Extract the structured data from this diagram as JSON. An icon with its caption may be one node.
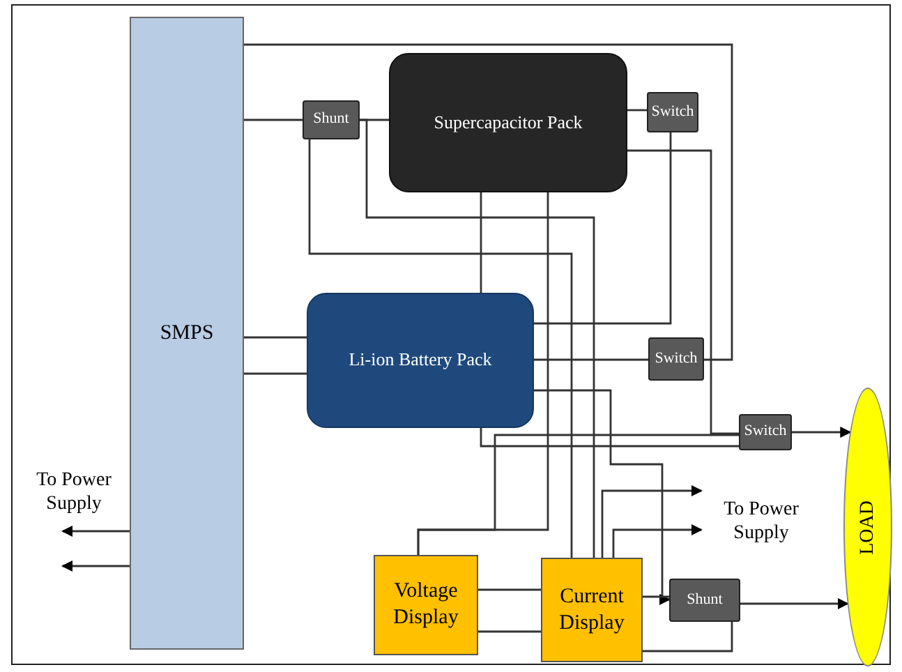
{
  "diagram": {
    "nodes": [
      {
        "text": [
          "SMPS"
        ]
      },
      {
        "text": [
          "Shunt"
        ]
      },
      {
        "text": [
          "Supercapacitor Pack"
        ]
      },
      {
        "text": [
          "Switch"
        ]
      },
      {
        "text": [
          "Li-ion Battery Pack"
        ]
      },
      {
        "text": [
          "Switch"
        ]
      },
      {
        "text": [
          "Switch"
        ]
      },
      {
        "text": [
          "LOAD"
        ]
      },
      {
        "text": [
          "Voltage Display"
        ]
      },
      {
        "text": [
          "Current Display"
        ]
      },
      {
        "text": [
          "Shunt"
        ]
      },
      {
        "text": [
          "To Power Supply"
        ]
      },
      {
        "text": [
          "To Power Supply"
        ]
      }
    ],
    "edges": [
      {
        "from": 0,
        "to": 5,
        "arrow": "none"
      },
      {
        "from": 0,
        "to": 1,
        "arrow": "none"
      },
      {
        "from": 1,
        "to": 2,
        "arrow": "none"
      },
      {
        "from": 1,
        "to": 9,
        "arrow": "none"
      },
      {
        "from": 1,
        "to": 9,
        "arrow": "none"
      },
      {
        "from": 2,
        "to": 3,
        "arrow": "none"
      },
      {
        "from": 2,
        "to": 6,
        "arrow": "none"
      },
      {
        "from": 2,
        "to": 4,
        "arrow": "none"
      },
      {
        "from": 2,
        "to": 8,
        "arrow": "none"
      },
      {
        "from": 3,
        "to": 4,
        "arrow": "none"
      },
      {
        "from": 4,
        "to": 5,
        "arrow": "none"
      },
      {
        "from": 4,
        "to": 6,
        "arrow": "none"
      },
      {
        "from": 6,
        "to": 8,
        "arrow": "none"
      },
      {
        "from": 4,
        "to": 10,
        "arrow": "to"
      },
      {
        "from": 6,
        "to": 7,
        "arrow": "to"
      },
      {
        "from": 10,
        "to": 7,
        "arrow": "to"
      },
      {
        "from": 9,
        "to": 10,
        "arrow": "none"
      },
      {
        "from": 9,
        "to": 10,
        "arrow": "none"
      },
      {
        "from": 8,
        "to": 9,
        "arrow": "none"
      },
      {
        "from": 8,
        "to": 9,
        "arrow": "none"
      },
      {
        "from": 0,
        "to": 4,
        "arrow": "none"
      },
      {
        "from": 0,
        "to": 4,
        "arrow": "none"
      },
      {
        "from": 0,
        "to": 11,
        "arrow": "to"
      },
      {
        "from": 0,
        "to": 11,
        "arrow": "to"
      },
      {
        "from": 9,
        "to": 12,
        "arrow": "to"
      },
      {
        "from": 9,
        "to": 12,
        "arrow": "to"
      }
    ]
  }
}
